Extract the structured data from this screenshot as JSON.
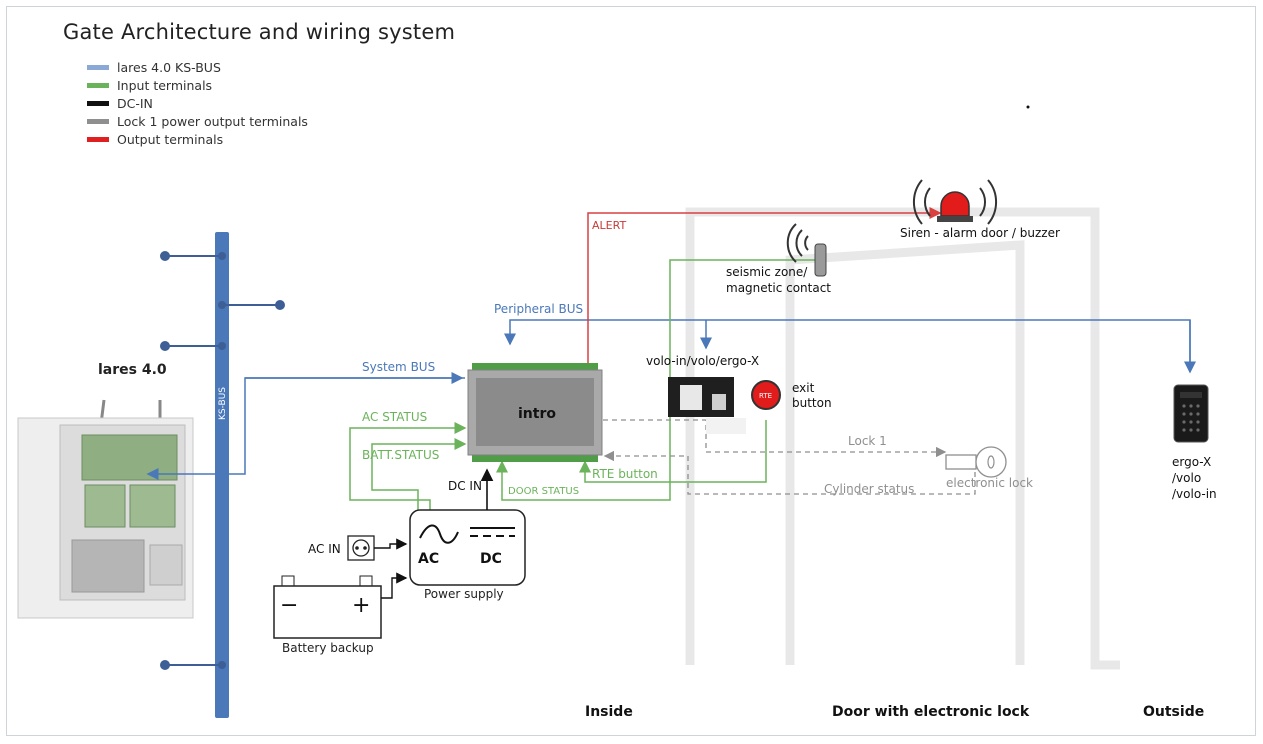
{
  "title": "Gate Architecture and wiring system",
  "legend": [
    {
      "label": "lares 4.0 KS-BUS",
      "color": "#8aa9d6"
    },
    {
      "label": "Input terminals",
      "color": "#6bb35a"
    },
    {
      "label": "DC-IN",
      "color": "#111111"
    },
    {
      "label": "Lock 1 power output terminals",
      "color": "#8f8f8f"
    },
    {
      "label": "Output terminals",
      "color": "#e02020"
    }
  ],
  "colors": {
    "bus": "#4a78b8",
    "input": "#6bb35a",
    "dc": "#111111",
    "lock": "#8f8f8f",
    "output": "#d94040",
    "door": "#e6e6e6"
  },
  "labels": {
    "lares": "lares 4.0",
    "ksbus": "KS-BUS",
    "system_bus": "System BUS",
    "peripheral_bus": "Peripheral BUS",
    "alert": "ALERT",
    "intro": "intro",
    "ac_status": "AC STATUS",
    "batt_status": "BATT.STATUS",
    "dc_in": "DC IN",
    "door_status": "DOOR STATUS",
    "rte_button": "RTE button",
    "lock1": "Lock 1",
    "cylinder_status": "Cylinder status",
    "electronic_lock": "electronic lock",
    "volo": "volo-in/volo/ergo-X",
    "exit_line1": "exit",
    "exit_line2": "button",
    "rte": "RTE",
    "seismic_line1": "seismic zone/",
    "seismic_line2": "magnetic contact",
    "siren": "Siren - alarm door / buzzer",
    "ac_in": "AC IN",
    "ac": "AC",
    "dc": "DC",
    "power_supply": "Power supply",
    "battery_backup": "Battery backup",
    "battery_minus": "−",
    "battery_plus": "+",
    "ergo_line1": "ergo-X",
    "ergo_line2": "/volo",
    "ergo_line3": "/volo-in",
    "inside": "Inside",
    "door_caption": "Door with electronic lock",
    "outside": "Outside"
  }
}
